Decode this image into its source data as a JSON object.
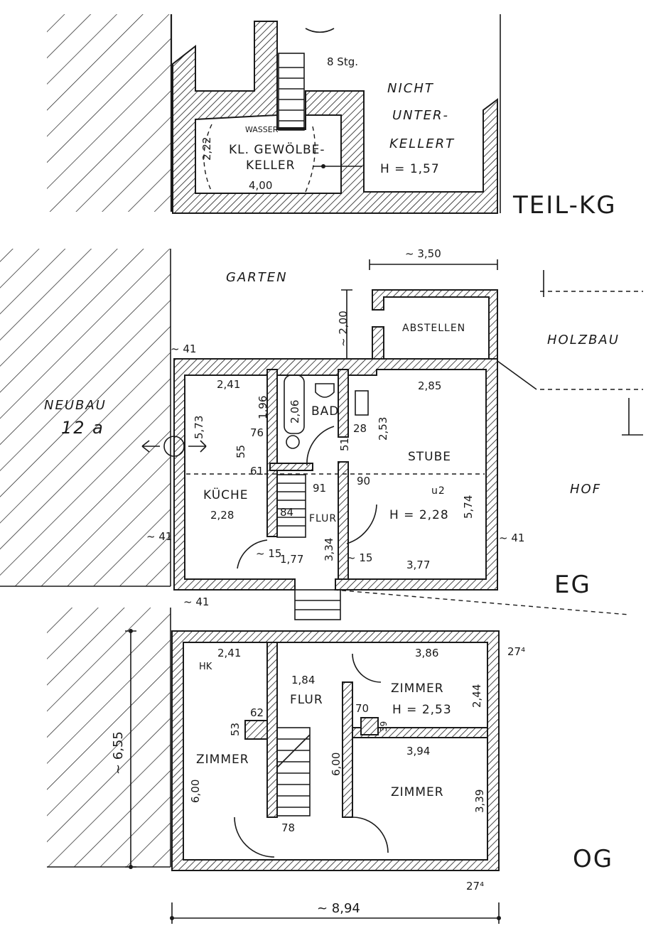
{
  "sheets": {
    "kg": {
      "title": "TEIL-KG",
      "stairs_label": "8 Stg.",
      "not_basement_lines": [
        "NICHT",
        "UNTER-",
        "KELLERT"
      ],
      "cellar_label_lines": [
        "KL. GEWÖLBE-",
        "KELLER"
      ],
      "water_label": "WASSER",
      "height_label": "H = 1,57",
      "dim_width": "4,00",
      "dim_depth": "2,22"
    },
    "eg": {
      "title": "EG",
      "garden": "GARTEN",
      "shed": "ABSTELLEN",
      "timber": "HOLZBAU",
      "yard": "HOF",
      "neighbour_lines": [
        "NEUBAU",
        "12 a"
      ],
      "rooms": {
        "kitchen": "KÜCHE",
        "bath": "BAD",
        "living_lines": [
          "STUBE",
          "u2"
        ],
        "hall": "FLUR"
      },
      "height_label": "H = 2,28",
      "dims": {
        "top_overall": "~ 3,50",
        "shed_depth": "~ 2,00",
        "kitchen_width": "2,41",
        "kitchen_inner": "2,28",
        "kitchen_depth": "5,73",
        "bath_a": "1,96",
        "bath_b": "2,06",
        "bath_c": "2,53",
        "living_width": "2,85",
        "living_bottom": "3,77",
        "living_depth": "5,74",
        "hall_width": "1,77",
        "hall_depth": "3,34",
        "wall_41_top": "~ 41",
        "wall_41_left": "~ 41",
        "wall_41_right": "~ 41",
        "wall_41_bottom": "~ 41",
        "d76": "76",
        "d55": "55",
        "d61": "61",
        "d28": "28",
        "d51": "51",
        "d90": "90",
        "d91": "91",
        "d84": "84",
        "d15a": "~ 15",
        "d15b": "~ 15"
      }
    },
    "og": {
      "title": "OG",
      "rooms": {
        "left": "ZIMMER",
        "top_right": "ZIMMER",
        "bottom_right": "ZIMMER",
        "hall": "FLUR"
      },
      "height_label": "H = 2,53",
      "hk_label": "HK",
      "dims": {
        "left_width": "2,41",
        "left_depth": "6,00",
        "hall_width": "1,84",
        "hall_depth": "6,00",
        "tr_width": "3,86",
        "tr_depth": "2,44",
        "br_width": "3,94",
        "br_depth": "3,39",
        "total_depth": "~ 6,55",
        "total_width": "~ 8,94",
        "wall_top": "27⁴",
        "wall_bottom": "27⁴",
        "d62": "62",
        "d53": "53",
        "d70": "70",
        "d39": "39",
        "d78": "78"
      }
    }
  }
}
